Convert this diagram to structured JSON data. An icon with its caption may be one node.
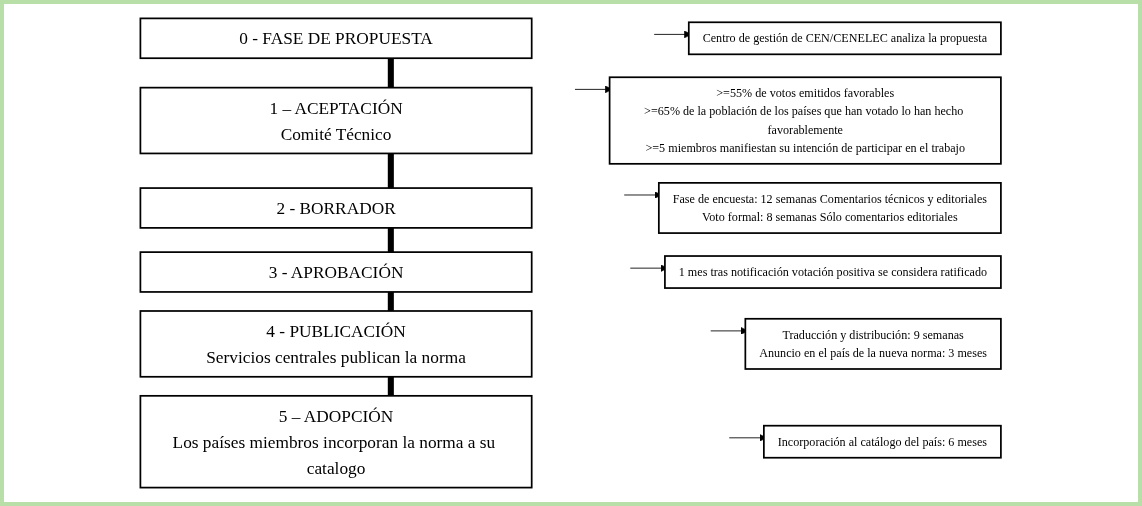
{
  "diagram": {
    "nodes": [
      {
        "text": [
          "0 - FASE DE PROPUESTA"
        ]
      },
      {
        "text": [
          "Centro de gestión de CEN/CENELEC analiza la propuesta"
        ]
      },
      {
        "text": [
          "1 – ACEPTACIÓN",
          "Comité Técnico"
        ]
      },
      {
        "text": [
          ">=55% de votos emitidos favorables",
          ">=65% de la población de los países que han votado lo han hecho favorablemente",
          ">=5 miembros manifiestan su intención de participar en el trabajo"
        ]
      },
      {
        "text": [
          "2 - BORRADOR"
        ]
      },
      {
        "text": [
          "Fase de encuesta: 12 semanas Comentarios técnicos y editoriales",
          "Voto formal: 8 semanas Sólo comentarios editoriales"
        ]
      },
      {
        "text": [
          "3 - APROBACIÓN"
        ]
      },
      {
        "text": [
          "1 mes tras notificación votación positiva se considera ratificado"
        ]
      },
      {
        "text": [
          "4 - PUBLICACIÓN",
          "Servicios centrales publican la norma"
        ]
      },
      {
        "text": [
          "Traducción y distribución: 9 semanas",
          "Anuncio en el país de la nueva norma: 3 meses"
        ]
      },
      {
        "text": [
          "5 – ADOPCIÓN",
          "Los países miembros incorporan la norma a su catalogo"
        ]
      },
      {
        "text": [
          "Incorporación al catálogo del país: 6 meses"
        ]
      }
    ],
    "edges": [
      {
        "from": 0,
        "to": 2,
        "arrow": "none",
        "style": "thick"
      },
      {
        "from": 2,
        "to": 4,
        "arrow": "none",
        "style": "thick"
      },
      {
        "from": 4,
        "to": 6,
        "arrow": "none",
        "style": "thick"
      },
      {
        "from": 6,
        "to": 8,
        "arrow": "none",
        "style": "thick"
      },
      {
        "from": 8,
        "to": 10,
        "arrow": "none",
        "style": "thick"
      },
      {
        "from": null,
        "to": 1,
        "arrow": "to"
      },
      {
        "from": null,
        "to": 3,
        "arrow": "to"
      },
      {
        "from": null,
        "to": 5,
        "arrow": "to"
      },
      {
        "from": null,
        "to": 7,
        "arrow": "to"
      },
      {
        "from": null,
        "to": 9,
        "arrow": "to"
      },
      {
        "from": null,
        "to": 11,
        "arrow": "to"
      }
    ]
  }
}
